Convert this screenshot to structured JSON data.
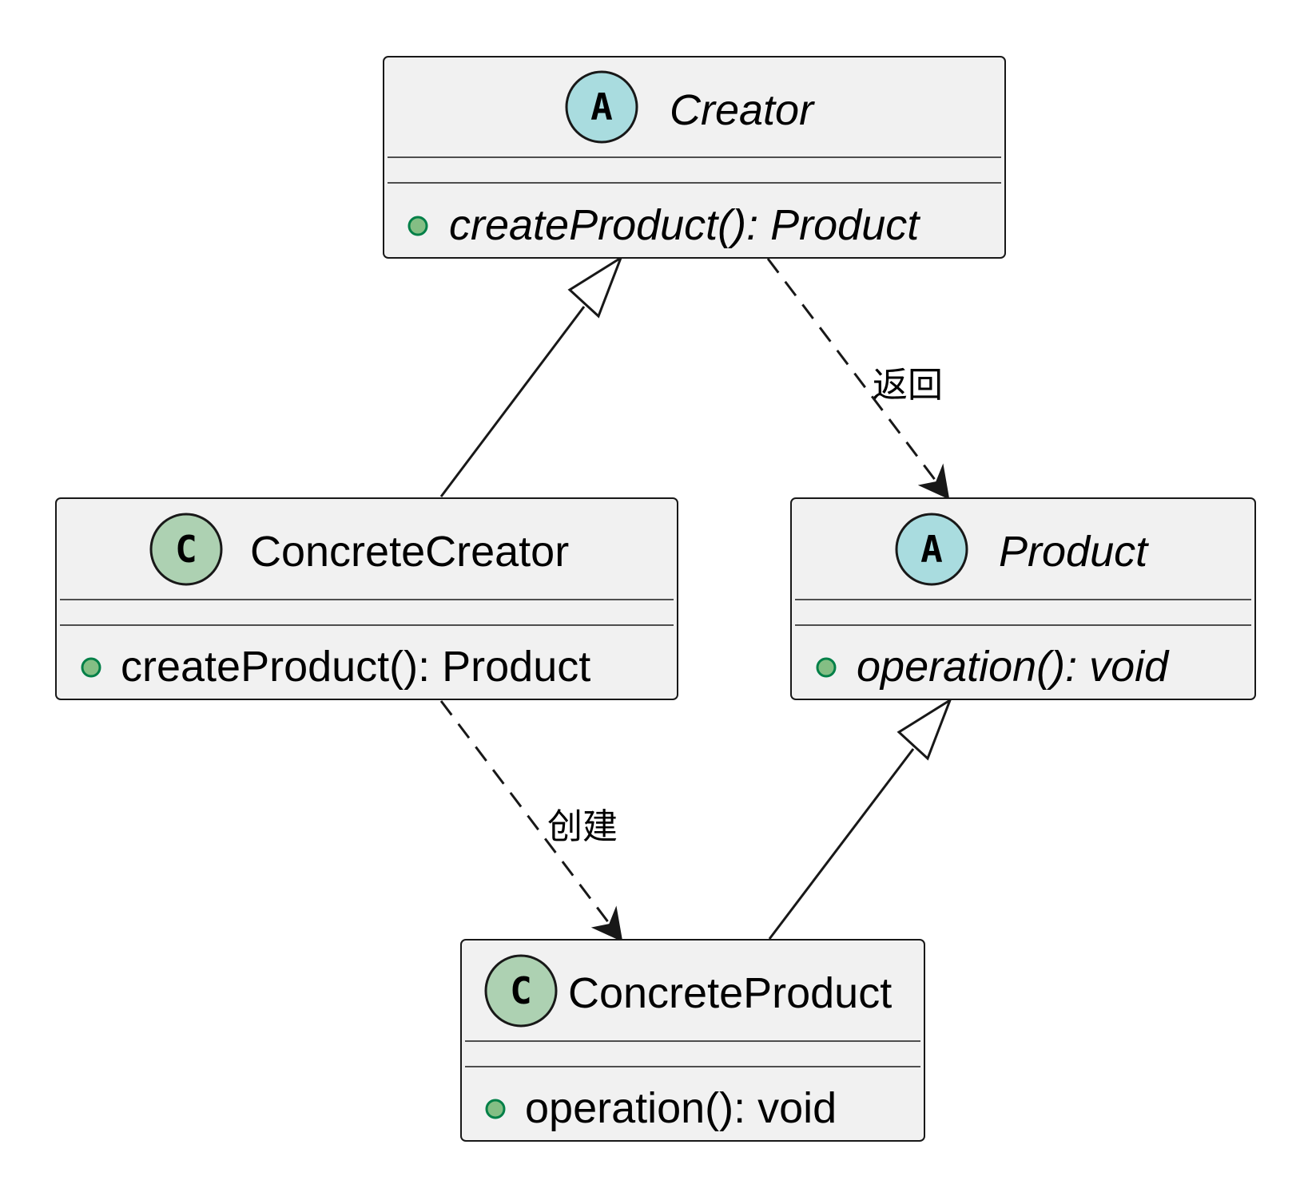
{
  "classes": {
    "creator": {
      "badge": "A",
      "name": "Creator",
      "abstract": true,
      "member": "createProduct(): Product",
      "member_abstract": true,
      "visibility": "public",
      "badge_color": "#a9dcdf"
    },
    "concrete_creator": {
      "badge": "C",
      "name": "ConcreteCreator",
      "abstract": false,
      "member": "createProduct(): Product",
      "member_abstract": false,
      "visibility": "public",
      "badge_color": "#add1b2"
    },
    "product": {
      "badge": "A",
      "name": "Product",
      "abstract": true,
      "member": "operation(): void",
      "member_abstract": true,
      "visibility": "public",
      "badge_color": "#a9dcdf"
    },
    "concrete_product": {
      "badge": "C",
      "name": "ConcreteProduct",
      "abstract": false,
      "member": "operation(): void",
      "member_abstract": false,
      "visibility": "public",
      "badge_color": "#add1b2"
    }
  },
  "relations": [
    {
      "from": "ConcreteCreator",
      "to": "Creator",
      "type": "inheritance"
    },
    {
      "from": "Creator",
      "to": "Product",
      "type": "dependency",
      "label": "返回"
    },
    {
      "from": "ConcreteCreator",
      "to": "ConcreteProduct",
      "type": "dependency",
      "label": "创建"
    },
    {
      "from": "ConcreteProduct",
      "to": "Product",
      "type": "inheritance"
    }
  ],
  "colors": {
    "abstract_badge": "#a9dcdf",
    "class_badge": "#add1b2",
    "box_fill": "#f1f1f1",
    "visibility_public": "#84be84"
  }
}
